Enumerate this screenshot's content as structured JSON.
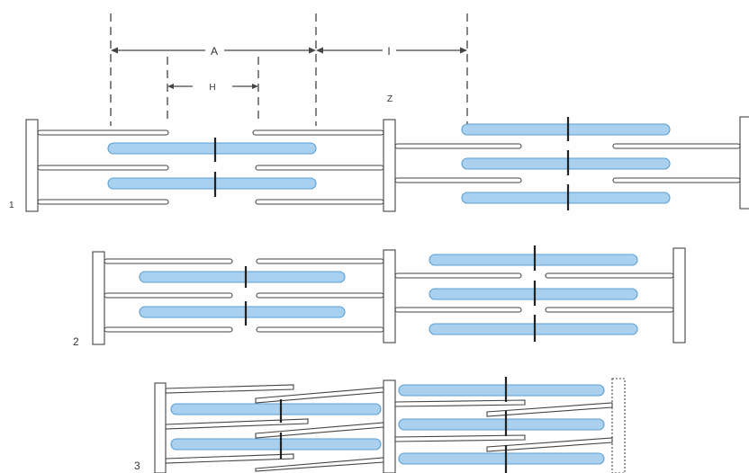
{
  "labels": {
    "band_a": "A",
    "zone_h": "H",
    "band_i": "I",
    "z_line": "Z",
    "state_1": "1",
    "state_2": "2",
    "state_3": "3"
  },
  "colors": {
    "thick_filament": "#a9d1ef",
    "thick_filament_stroke": "#5b9fd3",
    "thin_filament": "#ffffff",
    "line": "#444444",
    "z_disc": "#ffffff"
  },
  "icons": {
    "z_disc": "z-disc-icon",
    "thick_filament": "myosin-filament-icon",
    "thin_filament": "actin-filament-icon"
  }
}
